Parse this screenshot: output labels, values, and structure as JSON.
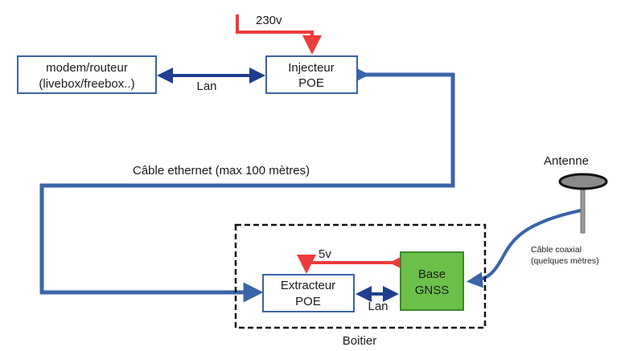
{
  "nodes": {
    "modem": {
      "line1": "modem/routeur",
      "line2": "(livebox/freebox..)"
    },
    "injecteur": {
      "line1": "Injecteur",
      "line2": "POE"
    },
    "extracteur": {
      "line1": "Extracteur",
      "line2": "POE"
    },
    "base": {
      "line1": "Base",
      "line2": "GNSS"
    },
    "antenne": {
      "label": "Antenne"
    }
  },
  "edges": {
    "power_230": "230v",
    "power_5v": "5v",
    "lan_top": "Lan",
    "lan_bottom": "Lan",
    "ethernet": "Câble ethernet (max 100 mètres)",
    "coax_line1": "Câble coaxial",
    "coax_line2": "(quelques mètres)"
  },
  "enclosure": {
    "label": "Boitier"
  },
  "colors": {
    "box_border": "#3a64a8",
    "cable_blue": "#3a64a8",
    "lan_arrow": "#1f3f8f",
    "power_red": "#ee3b3b",
    "gnss_fill": "#6cc04a",
    "gnss_border": "#3d8a2a",
    "antenna_dish": "#8a8a8a"
  }
}
